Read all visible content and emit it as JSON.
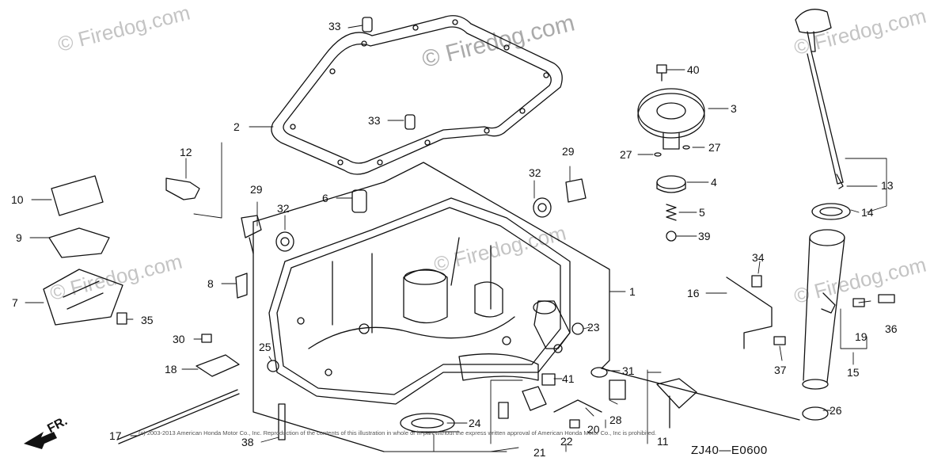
{
  "watermarks": [
    "© Firedog.com",
    "© Firedog.com",
    "© Firedog.com",
    "© Firedog.com",
    "© Firedog.com",
    "© Firedog.com"
  ],
  "copyright": "(c) 2003-2013 American Honda Motor Co., Inc. Reproduction of the contents of this illustration in whole or in part without the express written approval of American Honda Motor Co., Inc is prohibited.",
  "reference_code": "ZJ40—E0600",
  "direction_label": "FR.",
  "callouts": [
    "1",
    "2",
    "3",
    "4",
    "5",
    "6",
    "7",
    "8",
    "9",
    "10",
    "11",
    "12",
    "13",
    "14",
    "15",
    "16",
    "17",
    "18",
    "19",
    "20",
    "21",
    "22",
    "23",
    "24",
    "25",
    "26",
    "27",
    "27",
    "28",
    "29",
    "29",
    "30",
    "31",
    "32",
    "32",
    "33",
    "33",
    "34",
    "35",
    "36",
    "37",
    "38",
    "39",
    "40",
    "41"
  ],
  "colors": {
    "line": "#111111",
    "watermark": "#c4c4c4",
    "background": "#ffffff"
  }
}
